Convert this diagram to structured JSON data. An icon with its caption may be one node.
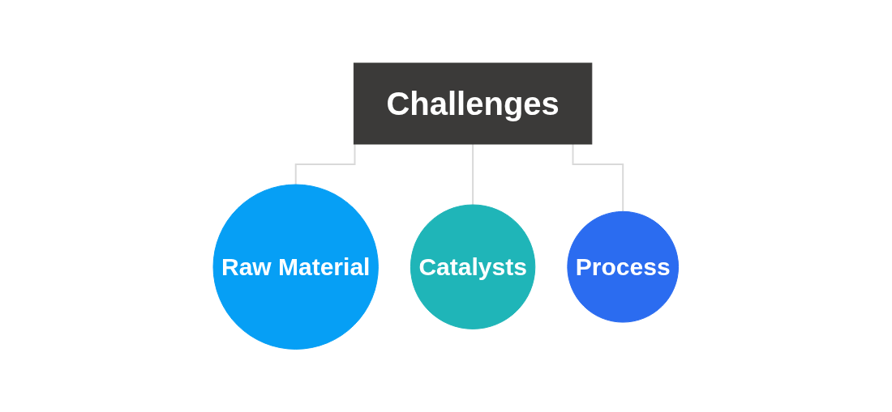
{
  "diagram": {
    "nodes": [
      {
        "text": [
          "Challenges"
        ]
      },
      {
        "text": [
          "Raw Material"
        ]
      },
      {
        "text": [
          "Catalysts"
        ]
      },
      {
        "text": [
          "Process"
        ]
      }
    ],
    "edges": [
      {
        "from": 0,
        "to": 1,
        "arrow": "none"
      },
      {
        "from": 0,
        "to": 2,
        "arrow": "none"
      },
      {
        "from": 0,
        "to": 3,
        "arrow": "none"
      }
    ]
  }
}
